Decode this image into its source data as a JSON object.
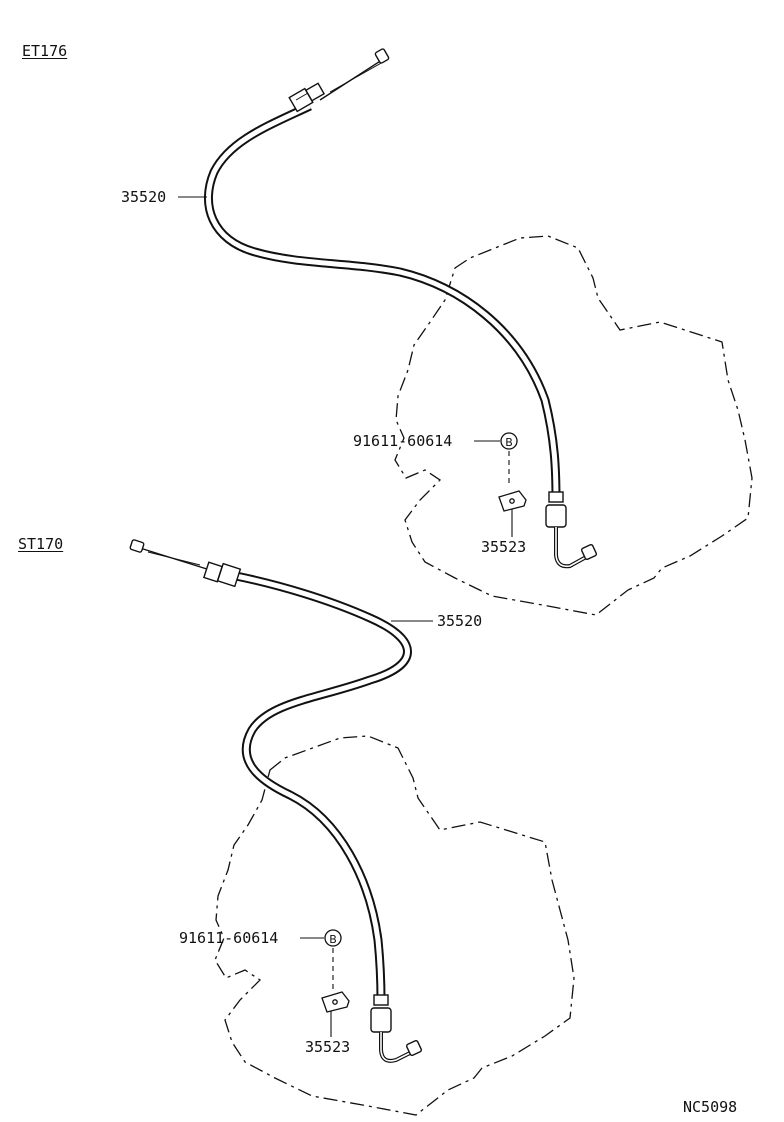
{
  "sections": [
    {
      "variant": "ET176",
      "cable_part": "35520",
      "bolt_part": "91611-60614",
      "bolt_mark": "B",
      "bracket_part": "35523"
    },
    {
      "variant": "ST170",
      "cable_part": "35520",
      "bolt_part": "91611-60614",
      "bolt_mark": "B",
      "bracket_part": "35523"
    }
  ],
  "drawing_code": "NC5098",
  "colors": {
    "line": "#111111",
    "background": "#ffffff"
  }
}
